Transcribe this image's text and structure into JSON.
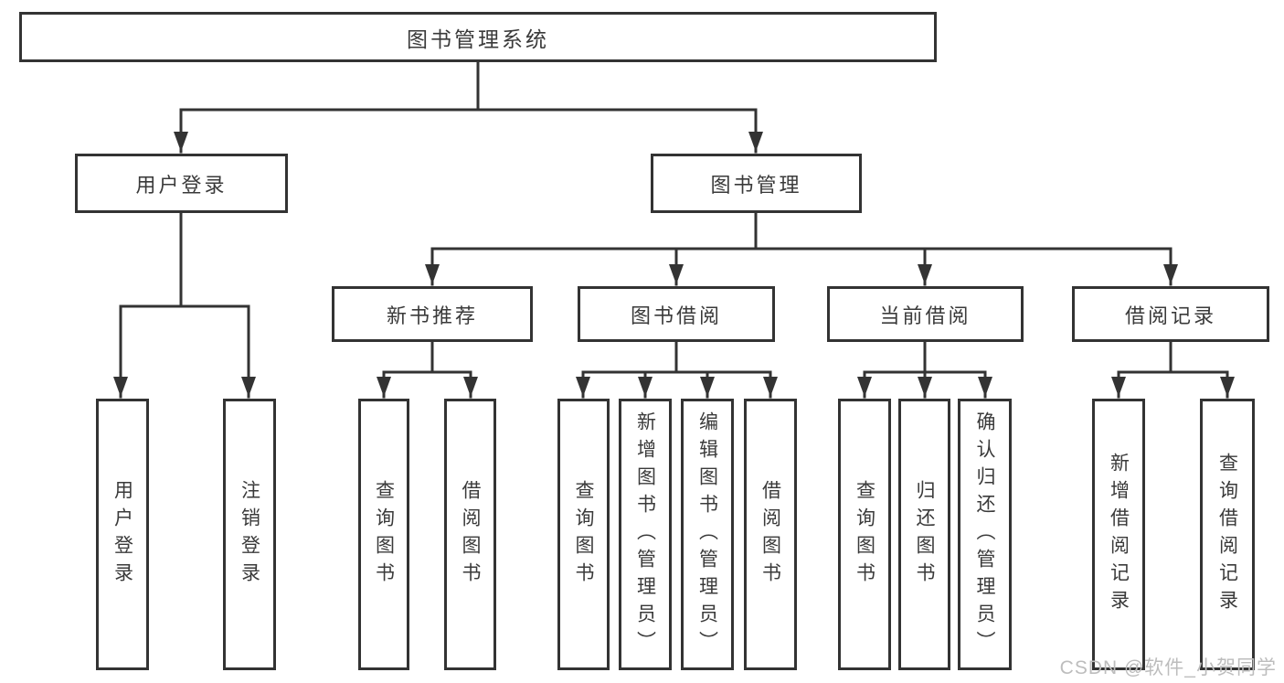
{
  "diagram": {
    "title": "图书管理系统",
    "root": "图书管理系统",
    "level2": {
      "user_login": "用户登录",
      "book_management": "图书管理"
    },
    "level3": {
      "new_book_recommend": "新书推荐",
      "book_borrowing": "图书借阅",
      "current_borrowing": "当前借阅",
      "borrowing_records": "借阅记录"
    },
    "leaves": {
      "user_login": "用户登录",
      "logout": "注销登录",
      "rec_query_books": "查询图书",
      "rec_borrow_books": "借阅图书",
      "bor_query_books": "查询图书",
      "bor_add_books": "新增图书（管理员）",
      "bor_edit_books": "编辑图书（管理员）",
      "bor_borrow_books": "借阅图书",
      "cur_query_books": "查询图书",
      "cur_return_books": "归还图书",
      "cur_confirm_return": "确认归还（管理员）",
      "rcd_add_record": "新增借阅记录",
      "rcd_query_record": "查询借阅记录"
    }
  },
  "watermark": {
    "text": "CSDN @软件_小贺同学",
    "color": "#bdbdbd"
  },
  "colors": {
    "line": "#333333",
    "text": "#3a3a3a",
    "background": "#ffffff"
  }
}
